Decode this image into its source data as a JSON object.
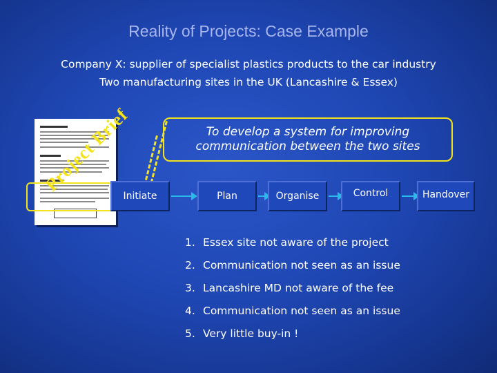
{
  "title": "Reality of Projects: Case Example",
  "subtitle_1": "Company X: supplier of specialist plastics products to the car industry",
  "subtitle_2": "Two manufacturing sites in the UK (Lancashire & Essex)",
  "brief_label": "Project Brief",
  "objective": "To develop a system for improving communication between the two sites",
  "stages": [
    "Initiate",
    "Plan",
    "Organise",
    "Control",
    "Handover"
  ],
  "issues": [
    {
      "num": "1.",
      "text": "Essex site not aware of the project"
    },
    {
      "num": "2.",
      "text": "Communication not seen as an issue"
    },
    {
      "num": "3.",
      "text": "Lancashire MD not aware of the fee"
    },
    {
      "num": "4.",
      "text": "Communication not seen as an issue"
    },
    {
      "num": "5.",
      "text": "Very little buy-in !"
    }
  ],
  "colors": {
    "background": "#1f47b4",
    "title": "#a9b6ee",
    "highlight": "#f5e31a",
    "arrow": "#2bb9e8"
  }
}
